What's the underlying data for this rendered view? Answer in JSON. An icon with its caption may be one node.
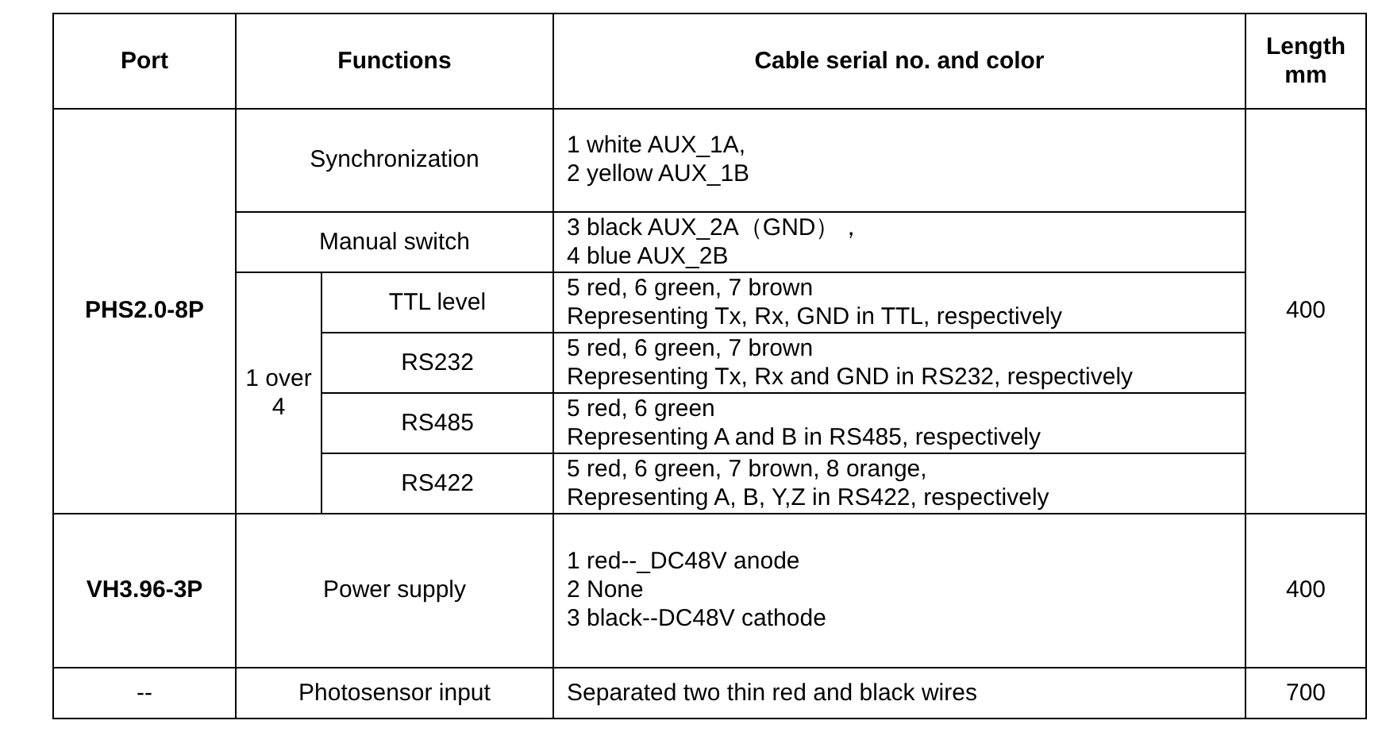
{
  "diagram": {
    "labels": [
      "Port",
      "Functions",
      "Cable serial no. and color",
      "Length mm",
      "PHS2.0-8P",
      "Synchronization",
      "1 white AUX_1A,",
      "2 yellow AUX_1B",
      "400",
      "Manual switch",
      "3 black AUX_2A（GND），",
      "4 blue AUX_2B",
      "1 over 4",
      "TTL level",
      "5 red, 6 green, 7 brown",
      "Representing Tx, Rx, GND in TTL, respectively",
      "RS232",
      "5 red, 6 green, 7 brown",
      "Representing Tx, Rx and GND in RS232, respectively",
      "RS485",
      "5 red, 6 green",
      "Representing A and B in RS485, respectively",
      "RS422",
      "5 red, 6 green, 7 brown, 8 orange,",
      "Representing A, B, Y,Z in RS422, respectively",
      "VH3.96-3P",
      "Power supply",
      "1 red--_DC48V anode",
      "2 None",
      "3 black--DC48V cathode",
      "400",
      "--",
      "Photosensor input",
      "Separated two thin red and black wires",
      "700"
    ]
  }
}
